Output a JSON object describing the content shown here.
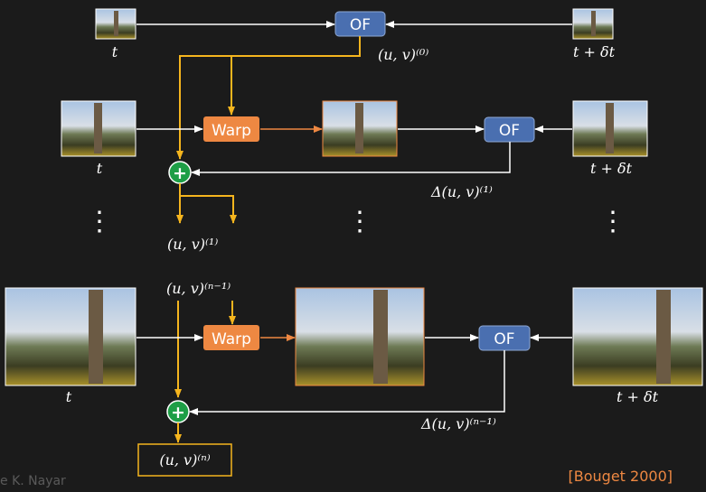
{
  "colors": {
    "background": "#1b1b1b",
    "of_box": "#4a6fb0",
    "warp_box": "#ee8842",
    "add_node": "#1e9e46",
    "flow_arrow": "#f5b51e",
    "warp_arrow": "#ee8842",
    "signal_arrow": "#ffffff",
    "citation": "#ee8842"
  },
  "labels": {
    "of": "OF",
    "warp": "Warp",
    "plus": "+",
    "t": "t",
    "t_delta": "t + δt",
    "flow0": "(u, v)⁽⁰⁾",
    "delta1": "Δ(u, v)⁽¹⁾",
    "flow1": "(u, v)⁽¹⁾",
    "flow_n1": "(u, v)⁽ⁿ⁻¹⁾",
    "delta_n1": "Δ(u, v)⁽ⁿ⁻¹⁾",
    "flow_n": "(u, v)⁽ⁿ⁾",
    "ellipsis": "⋮"
  },
  "footer": {
    "credit": "e K. Nayar",
    "citation": "[Bouget 2000]"
  }
}
